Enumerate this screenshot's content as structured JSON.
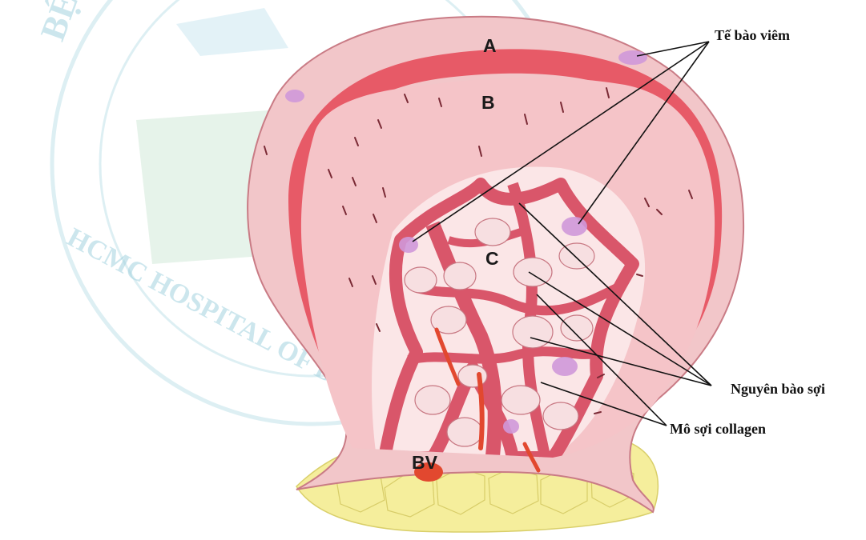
{
  "watermark": {
    "top_text": "BỆNH V",
    "bottom_text": "HCMC HOSPITAL OF DERMATO-V"
  },
  "regions": {
    "a": "A",
    "b": "B",
    "c": "C",
    "bv": "BV"
  },
  "callouts": {
    "inflammatory_cells": "Tế bào viêm",
    "fibroblasts": "Nguyên bào sợi",
    "collagen": "Mô sợi collagen"
  },
  "colors": {
    "capsule_outer": "#f2c6c9",
    "capsule_band": "#e75a67",
    "lumen_fill": "#f5c4c8",
    "stroma": "#d9566a",
    "cells": "#f7dfe1",
    "fat": "#f5ee9c",
    "inflammatory": "#cf98d9",
    "vessel": "#e2482f",
    "watermark": "#8fc9d9"
  }
}
